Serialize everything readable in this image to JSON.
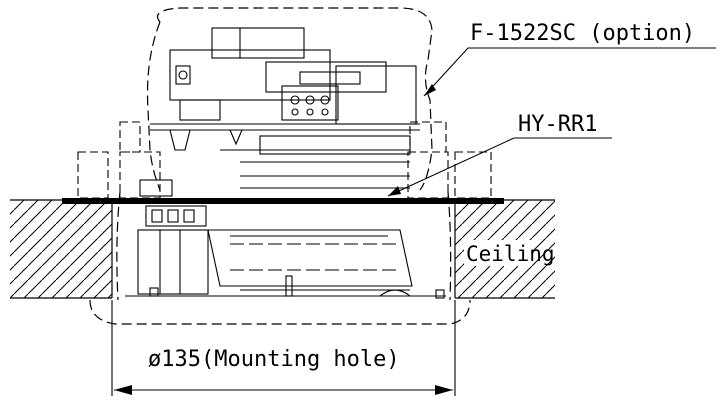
{
  "labels": {
    "option_unit": "F-1522SC (option)",
    "ring": "HY-RR1",
    "ceiling": "Ceiling",
    "dimension": "ø135(Mounting hole)"
  }
}
